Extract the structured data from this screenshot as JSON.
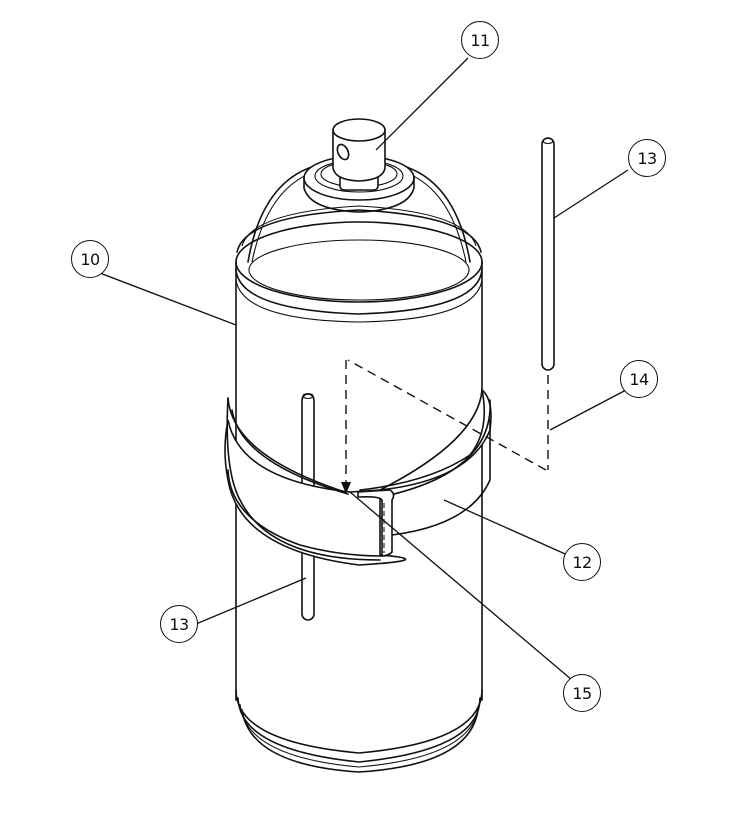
{
  "figure": {
    "description": "Exploded perspective line drawing of an aerosol spray can with a wrap-around band and two rods",
    "colors": {
      "line": "#111111",
      "background": "#ffffff"
    }
  },
  "callouts": [
    {
      "id": "c10",
      "label": "10",
      "part": "can-body"
    },
    {
      "id": "c11",
      "label": "11",
      "part": "spray-nozzle"
    },
    {
      "id": "c12",
      "label": "12",
      "part": "band"
    },
    {
      "id": "c13a",
      "label": "13",
      "part": "rod-detached"
    },
    {
      "id": "c13b",
      "label": "13",
      "part": "rod-installed"
    },
    {
      "id": "c14",
      "label": "14",
      "part": "assembly-path-dashed-line"
    },
    {
      "id": "c15",
      "label": "15",
      "part": "band-slot"
    }
  ]
}
